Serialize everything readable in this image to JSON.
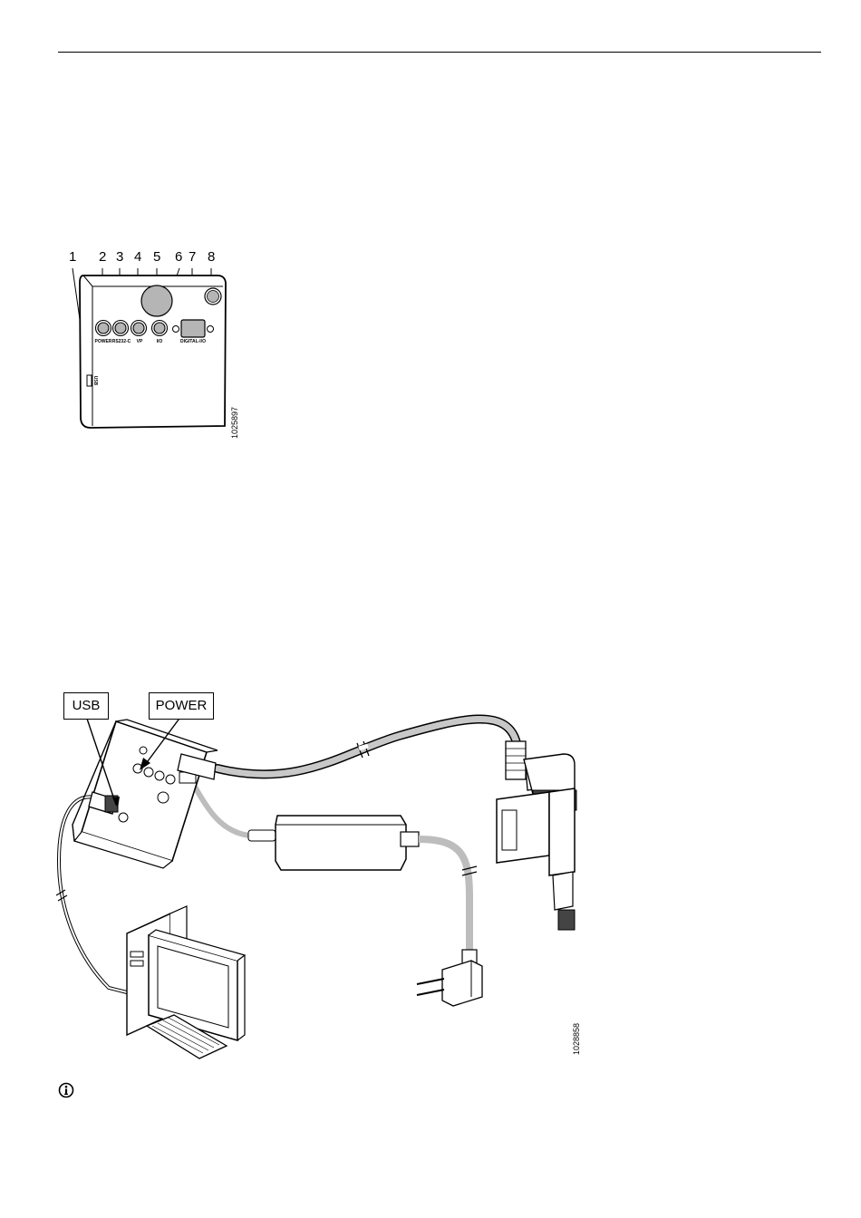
{
  "figure1": {
    "callouts": [
      "1",
      "2",
      "3",
      "4",
      "5",
      "6",
      "7",
      "8"
    ],
    "port_labels": [
      "POWER",
      "RS232-C",
      "VP",
      "I/O",
      "DIGITAL-I/O"
    ],
    "side_label": "USB",
    "figure_id": "1025897"
  },
  "figure2": {
    "usb_label": "USB",
    "power_label": "POWER",
    "figure_id": "1028858"
  },
  "info_icon": "info-icon"
}
